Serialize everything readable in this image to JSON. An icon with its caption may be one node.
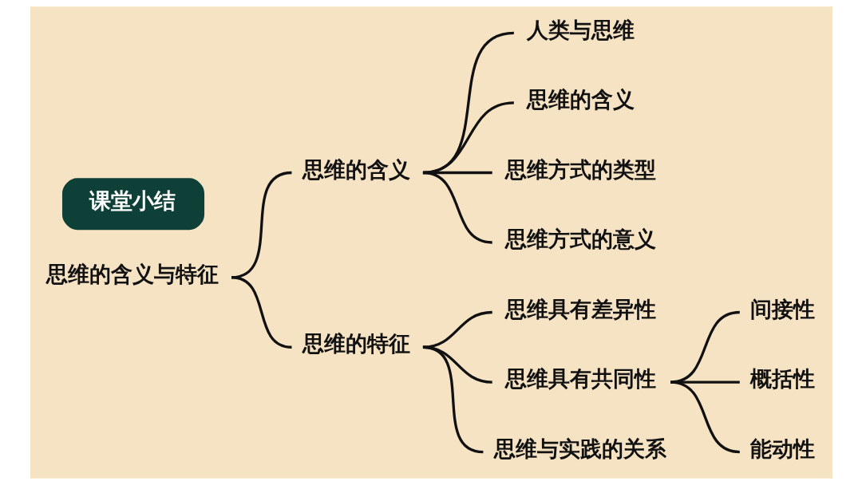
{
  "diagram": {
    "nodes": [
      {
        "text": [
          "课堂小结"
        ]
      },
      {
        "text": [
          "思维的含义与特征"
        ]
      },
      {
        "text": [
          "思维的含义"
        ]
      },
      {
        "text": [
          "人类与思维"
        ]
      },
      {
        "text": [
          "思维的含义"
        ]
      },
      {
        "text": [
          "思维方式的类型"
        ]
      },
      {
        "text": [
          "思维方式的意义"
        ]
      },
      {
        "text": [
          "思维的特征"
        ]
      },
      {
        "text": [
          "思维具有差异性"
        ]
      },
      {
        "text": [
          "思维具有共同性"
        ]
      },
      {
        "text": [
          "间接性"
        ]
      },
      {
        "text": [
          "概括性"
        ]
      },
      {
        "text": [
          "能动性"
        ]
      },
      {
        "text": [
          "思维与实践的关系"
        ]
      }
    ],
    "edges": [
      {
        "from": 1,
        "to": 2,
        "arrow": "none"
      },
      {
        "from": 1,
        "to": 7,
        "arrow": "none"
      },
      {
        "from": 2,
        "to": 3,
        "arrow": "none"
      },
      {
        "from": 2,
        "to": 4,
        "arrow": "none"
      },
      {
        "from": 2,
        "to": 5,
        "arrow": "none"
      },
      {
        "from": 2,
        "to": 6,
        "arrow": "none"
      },
      {
        "from": 7,
        "to": 8,
        "arrow": "none"
      },
      {
        "from": 7,
        "to": 9,
        "arrow": "none"
      },
      {
        "from": 7,
        "to": 13,
        "arrow": "none"
      },
      {
        "from": 9,
        "to": 10,
        "arrow": "none"
      },
      {
        "from": 9,
        "to": 11,
        "arrow": "none"
      },
      {
        "from": 9,
        "to": 12,
        "arrow": "none"
      }
    ]
  }
}
